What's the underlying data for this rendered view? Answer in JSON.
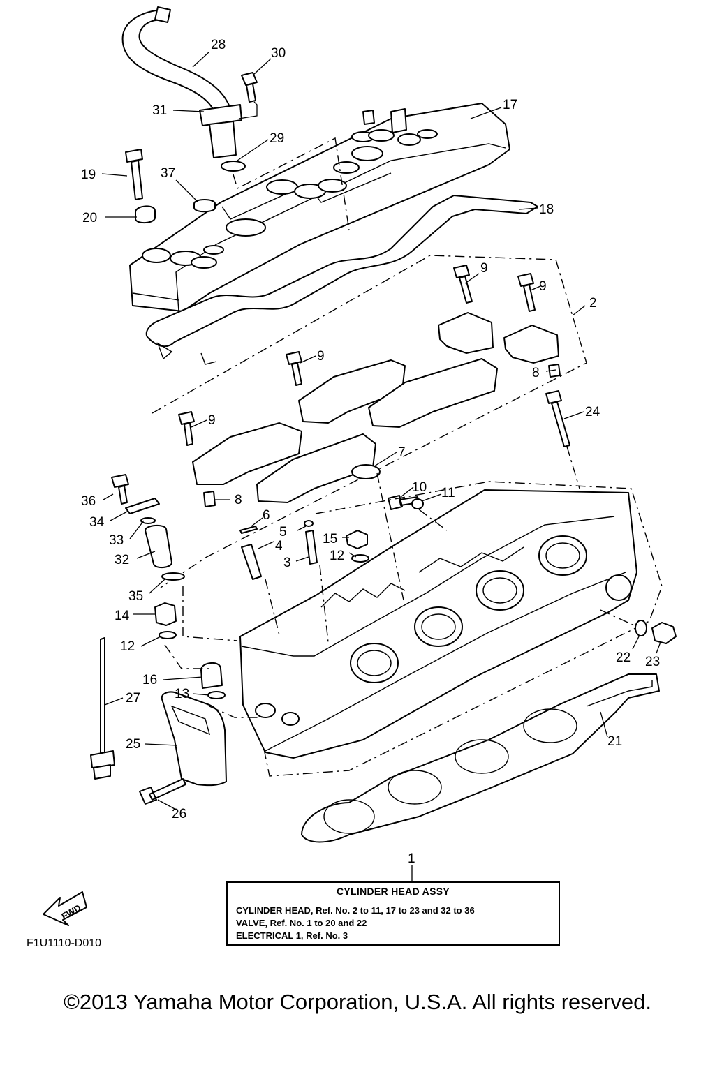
{
  "diagram_code": "F1U1110-D010",
  "copyright": "©2013 Yamaha Motor Corporation, U.S.A. All rights reserved.",
  "fwd_badge": "FWD",
  "assembly_table": {
    "title": "CYLINDER HEAD ASSY",
    "lines": [
      "CYLINDER HEAD,  Ref. No. 2 to 11, 17 to 23 and 32 to 36",
      "VALVE,  Ref. No. 1 to 20 and 22",
      "ELECTRICAL 1,  Ref. No. 3"
    ]
  },
  "callouts": [
    "1",
    "2",
    "3",
    "4",
    "5",
    "6",
    "7",
    "8",
    "8",
    "9",
    "9",
    "9",
    "9",
    "10",
    "11",
    "12",
    "12",
    "13",
    "14",
    "15",
    "16",
    "17",
    "18",
    "19",
    "20",
    "21",
    "22",
    "23",
    "24",
    "25",
    "26",
    "27",
    "28",
    "29",
    "30",
    "31",
    "32",
    "33",
    "34",
    "35",
    "36",
    "37"
  ]
}
